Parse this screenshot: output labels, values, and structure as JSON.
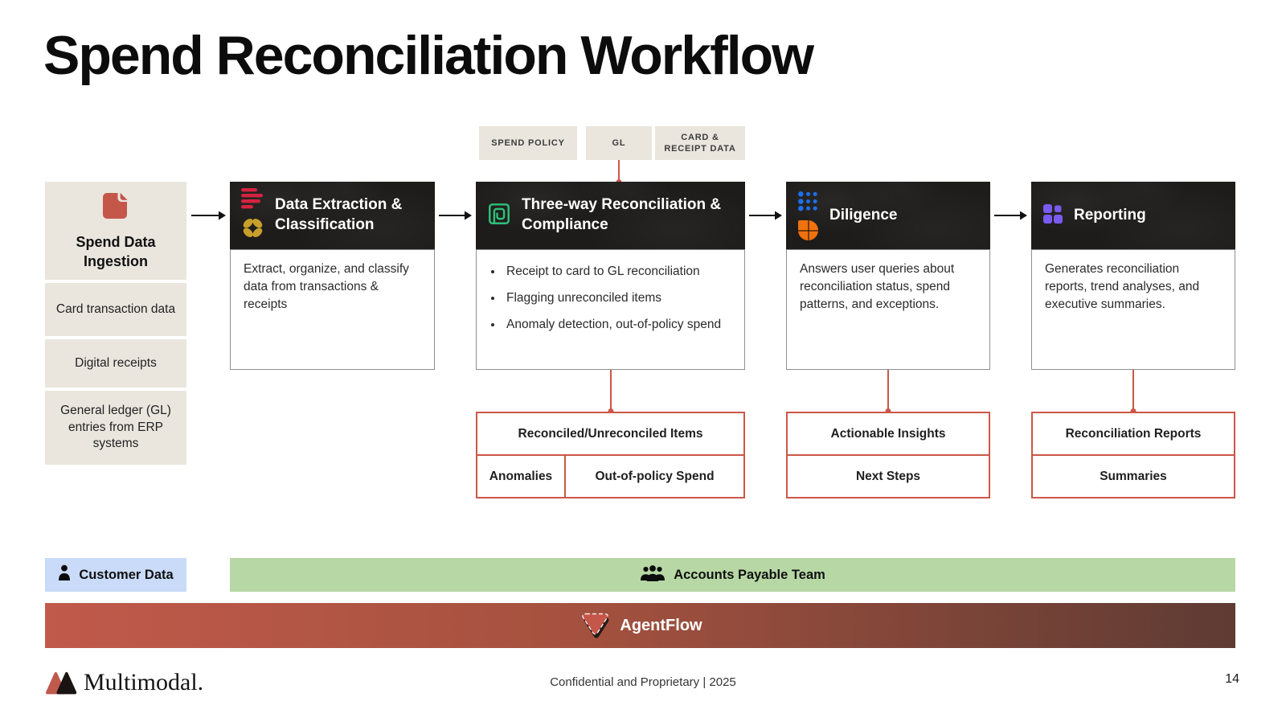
{
  "slide": {
    "title": "Spend Reconciliation Workflow",
    "footer": "Confidential and Proprietary | 2025",
    "page_number": "14",
    "brand": "Multimodal."
  },
  "input_tags": {
    "spend_policy": "SPEND POLICY",
    "gl": "GL",
    "card_receipt": "CARD & RECEIPT DATA"
  },
  "ingestion": {
    "title": "Spend Data Ingestion",
    "icon": "document-icon",
    "items": [
      "Card transaction data",
      "Digital receipts",
      "General ledger (GL) entries from ERP systems"
    ]
  },
  "stages": [
    {
      "title": "Data Extraction & Classification",
      "icons": [
        "list-bars-icon",
        "clover-icon"
      ],
      "description": "Extract, organize, and classify data from transactions & receipts"
    },
    {
      "title": "Three-way Reconciliation & Compliance",
      "icons": [
        "spiral-maze-icon"
      ],
      "bullets": [
        "Receipt to card to GL reconciliation",
        "Flagging unreconciled items",
        "Anomaly detection, out-of-policy spend"
      ],
      "outputs": {
        "primary": "Reconciled/Unreconciled Items",
        "secondary": [
          "Anomalies",
          "Out-of-policy Spend"
        ]
      }
    },
    {
      "title": "Diligence",
      "icons": [
        "dot-grid-icon",
        "pie-quadrant-icon"
      ],
      "description": "Answers user queries about reconciliation status, spend patterns, and exceptions.",
      "outputs": {
        "primary": "Actionable Insights",
        "secondary": [
          "Next Steps"
        ]
      }
    },
    {
      "title": "Reporting",
      "icons": [
        "squares-grid-icon"
      ],
      "description": "Generates reconciliation reports, trend analyses, and executive summaries.",
      "outputs": {
        "primary": "Reconciliation Reports",
        "secondary": [
          "Summaries"
        ]
      }
    }
  ],
  "swimlanes": {
    "customer_data": "Customer Data",
    "accounts_payable_team": "Accounts Payable Team",
    "agentflow": "AgentFlow"
  },
  "colors": {
    "accent_red": "#c4574a",
    "connector_red": "#cb5748",
    "beige": "#eae6de",
    "dark_header": "#1e1c1a",
    "light_blue_bar": "#c9dbf8",
    "green_bar": "#b7d8a5",
    "agentflow_gradient_left": "#c05a4b",
    "agentflow_gradient_right": "#5e3b33",
    "icon_red": "#d62240",
    "icon_gold": "#c79f2b",
    "icon_green": "#2cc178",
    "icon_blue": "#1c6fee",
    "icon_orange": "#f0720f",
    "icon_purple": "#7a5bf0"
  }
}
